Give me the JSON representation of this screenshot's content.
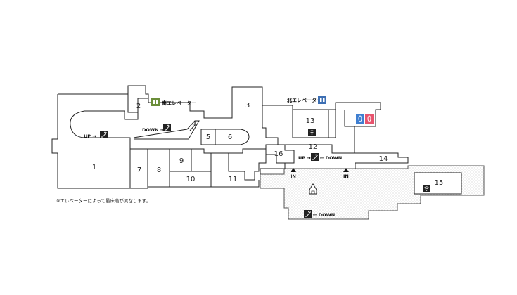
{
  "rooms": {
    "r1": "1",
    "r2": "2",
    "r3": "3",
    "r4": "4",
    "r5": "5",
    "r6": "6",
    "r7": "7",
    "r8": "8",
    "r9": "9",
    "r10": "10",
    "r11": "11",
    "r12": "12",
    "r13": "13",
    "r14": "14",
    "r15": "15",
    "r16": "16"
  },
  "labels": {
    "south_elevator": "南エレベーター",
    "north_elevator": "北エレベーター",
    "up_left": "UP →",
    "down_mid": "DOWN →",
    "up_right": "UP →",
    "down_right": "← DOWN",
    "down_bottom": "← DOWN",
    "in_left": "IN",
    "in_right": "IN",
    "note": "※エレベーターによって最床階が異なります。"
  },
  "colors": {
    "south_elevator": "#6b8e3a",
    "north_elevator": "#3d6fb3",
    "restroom_male": "#3f7fd1",
    "restroom_female": "#e8546e",
    "outdoor_pattern": "#bbbbbb"
  },
  "icons": [
    "escalator-icon",
    "elevator-icon",
    "wifi-icon",
    "restroom-icon",
    "shrine-icon"
  ]
}
